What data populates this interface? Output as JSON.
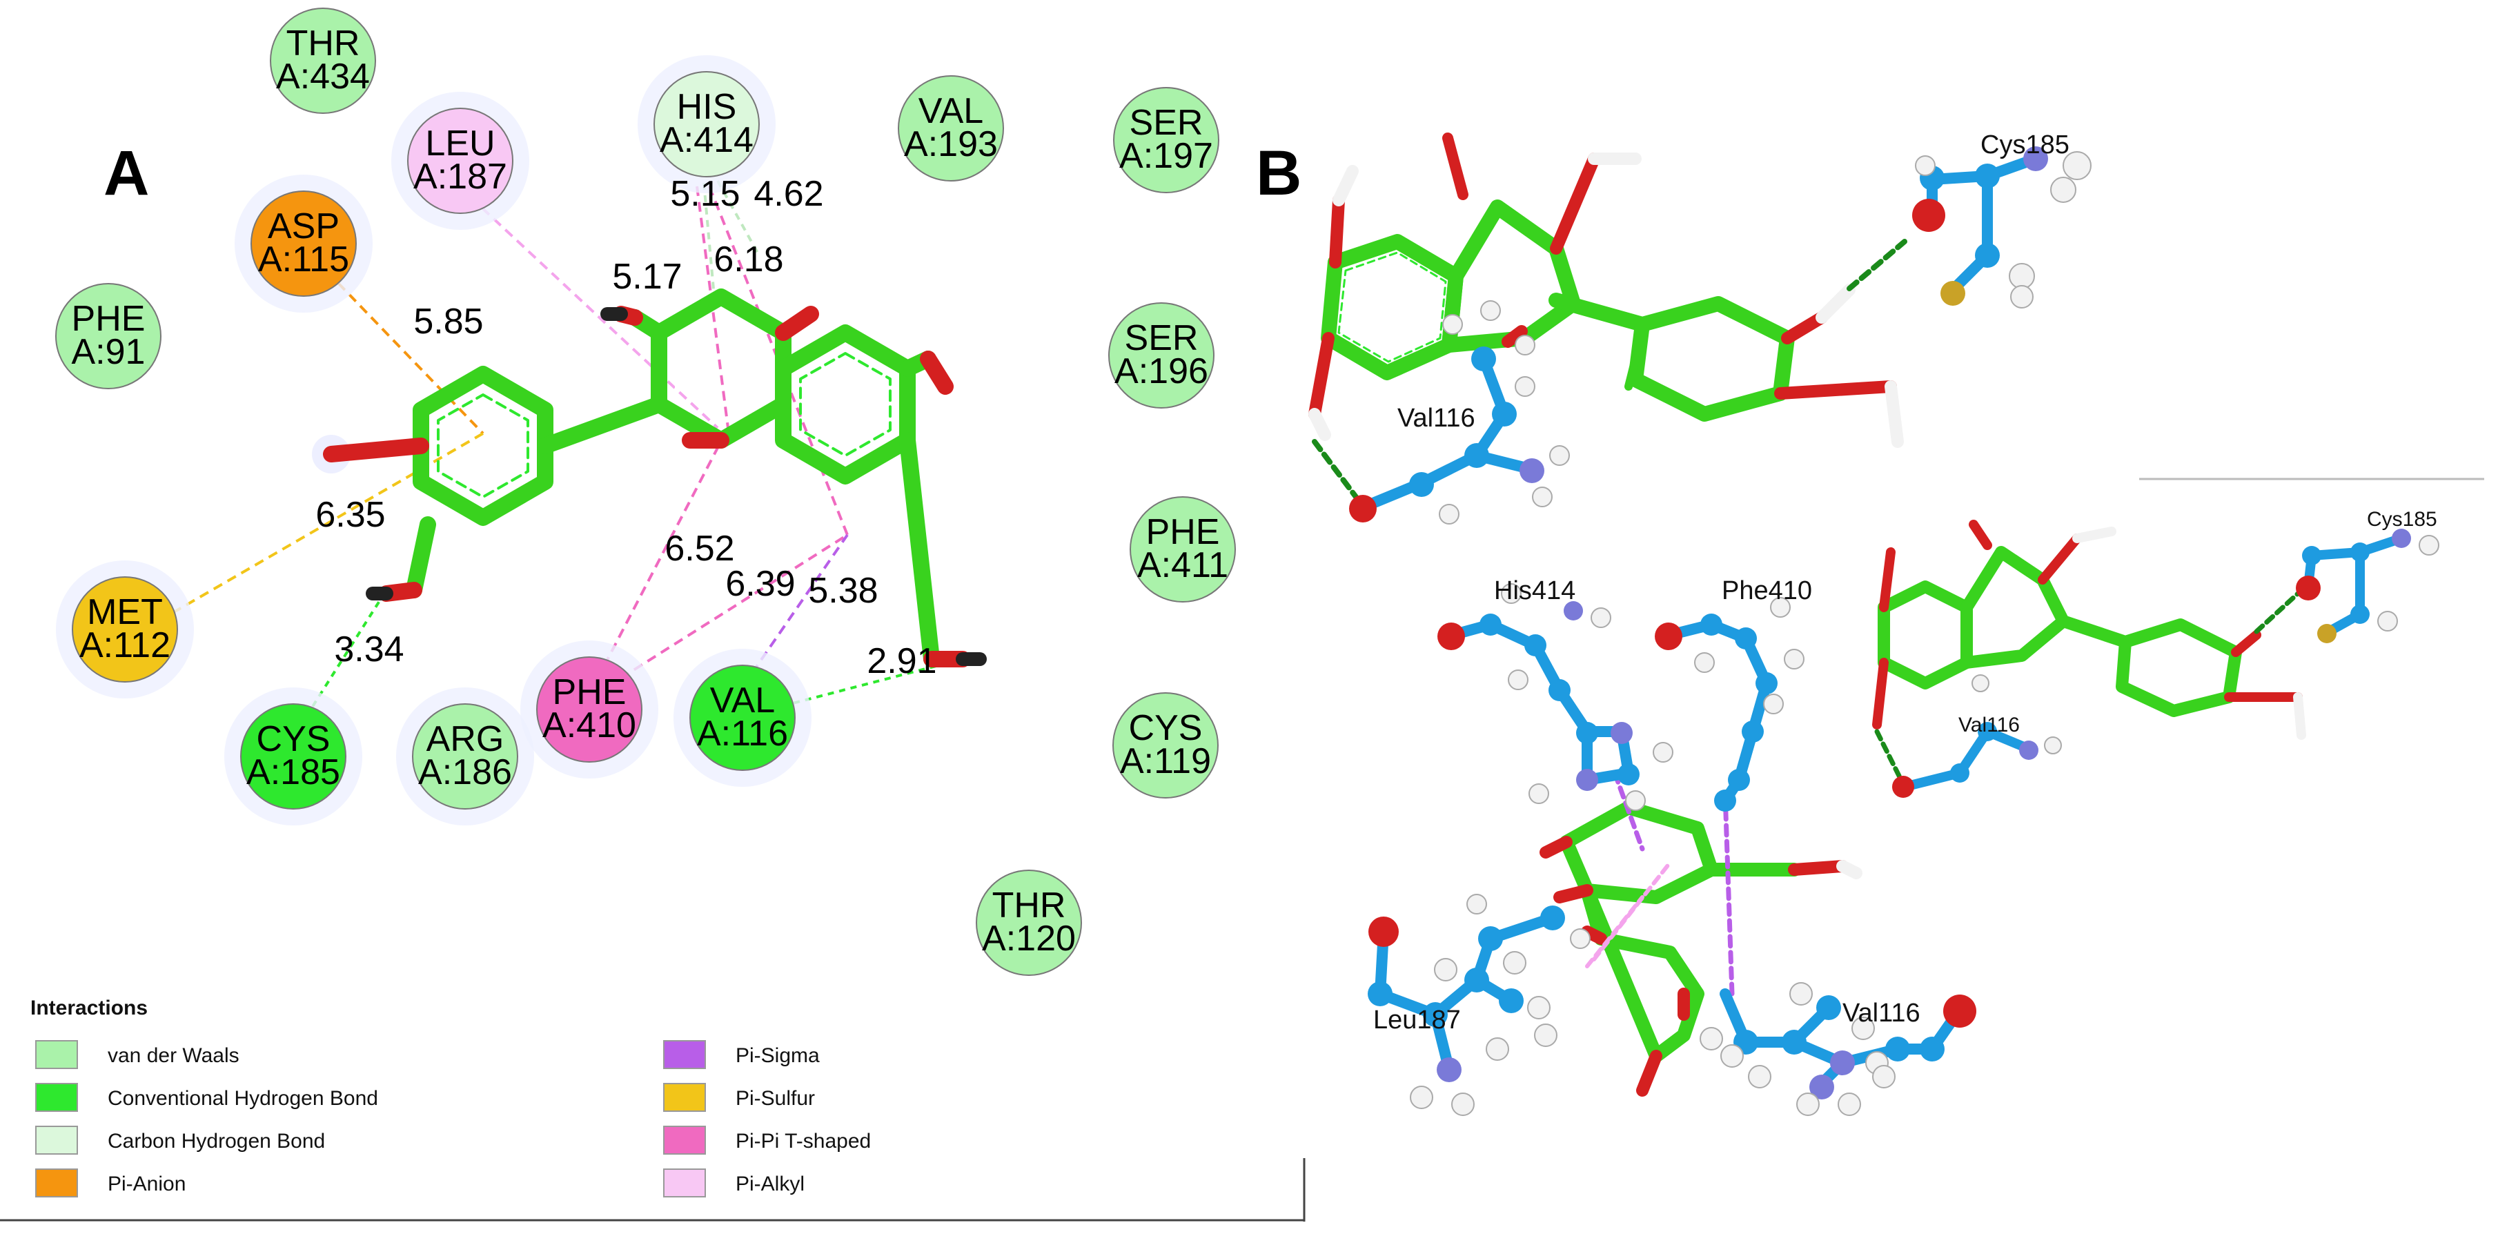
{
  "panels": {
    "a_label": "A",
    "b_label": "B"
  },
  "colors": {
    "van_der_waals": "#aaf2aa",
    "conventional_hbond": "#2ee82e",
    "carbon_hbond": "#dcf8dc",
    "pi_anion": "#f5950f",
    "pi_sigma": "#b85ee8",
    "pi_sulfur": "#f2c519",
    "pi_pi_tshaped": "#f06ac0",
    "pi_alkyl": "#f8c8f4",
    "ligand_carbon": "#39d21e",
    "oxygen": "#d42020"
  },
  "residues": [
    {
      "id": "thr434",
      "name": "THR",
      "chain": "A:434",
      "type": "van_der_waals"
    },
    {
      "id": "his414",
      "name": "HIS",
      "chain": "A:414",
      "type": "carbon_hbond"
    },
    {
      "id": "leu187",
      "name": "LEU",
      "chain": "A:187",
      "type": "pi_alkyl"
    },
    {
      "id": "val193",
      "name": "VAL",
      "chain": "A:193",
      "type": "van_der_waals"
    },
    {
      "id": "ser197",
      "name": "SER",
      "chain": "A:197",
      "type": "van_der_waals"
    },
    {
      "id": "asp115",
      "name": "ASP",
      "chain": "A:115",
      "type": "pi_anion"
    },
    {
      "id": "phe91",
      "name": "PHE",
      "chain": "A:91",
      "type": "van_der_waals"
    },
    {
      "id": "ser196",
      "name": "SER",
      "chain": "A:196",
      "type": "van_der_waals"
    },
    {
      "id": "phe411",
      "name": "PHE",
      "chain": "A:411",
      "type": "van_der_waals"
    },
    {
      "id": "met112",
      "name": "MET",
      "chain": "A:112",
      "type": "pi_sulfur"
    },
    {
      "id": "cys185",
      "name": "CYS",
      "chain": "A:185",
      "type": "conventional_hbond"
    },
    {
      "id": "arg186",
      "name": "ARG",
      "chain": "A:186",
      "type": "van_der_waals"
    },
    {
      "id": "phe410",
      "name": "PHE",
      "chain": "A:410",
      "type": "pi_pi_tshaped"
    },
    {
      "id": "val116",
      "name": "VAL",
      "chain": "A:116",
      "type": "conventional_hbond"
    },
    {
      "id": "cys119",
      "name": "CYS",
      "chain": "A:119",
      "type": "van_der_waals"
    },
    {
      "id": "thr120",
      "name": "THR",
      "chain": "A:120",
      "type": "van_der_waals"
    }
  ],
  "distances": [
    {
      "id": "d515",
      "value": "5.15"
    },
    {
      "id": "d462",
      "value": "4.62"
    },
    {
      "id": "d618",
      "value": "6.18"
    },
    {
      "id": "d517",
      "value": "5.17"
    },
    {
      "id": "d585",
      "value": "5.85"
    },
    {
      "id": "d635",
      "value": "6.35"
    },
    {
      "id": "d652",
      "value": "6.52"
    },
    {
      "id": "d639",
      "value": "6.39"
    },
    {
      "id": "d538",
      "value": "5.38"
    },
    {
      "id": "d334",
      "value": "3.34"
    },
    {
      "id": "d291",
      "value": "2.91"
    }
  ],
  "legend": {
    "title": "Interactions",
    "items": [
      {
        "label": "van der Waals",
        "type": "van_der_waals"
      },
      {
        "label": "Pi-Sigma",
        "type": "pi_sigma"
      },
      {
        "label": "Conventional Hydrogen Bond",
        "type": "conventional_hbond"
      },
      {
        "label": "Pi-Sulfur",
        "type": "pi_sulfur"
      },
      {
        "label": "Carbon Hydrogen Bond",
        "type": "carbon_hbond"
      },
      {
        "label": "Pi-Pi T-shaped",
        "type": "pi_pi_tshaped"
      },
      {
        "label": "Pi-Anion",
        "type": "pi_anion"
      },
      {
        "label": "Pi-Alkyl",
        "type": "pi_alkyl"
      }
    ]
  },
  "panel_b_labels": {
    "top_cys185": "Cys185",
    "top_val116": "Val116",
    "his414": "His414",
    "phe410": "Phe410",
    "inset_cys185": "Cys185",
    "inset_val116": "Val116",
    "leu187": "Leu187",
    "bottom_val116": "Val116"
  }
}
